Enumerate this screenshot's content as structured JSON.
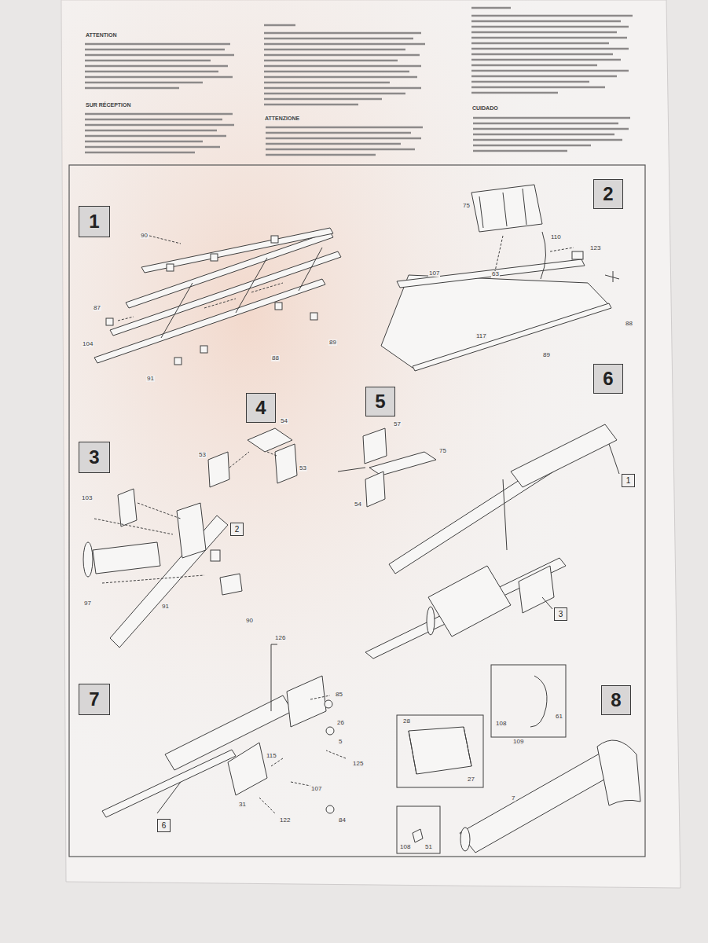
{
  "diagram": {
    "nodes": [
      {
        "text": [
          "2"
        ]
      },
      {
        "text": [
          "1"
        ]
      },
      {
        "text": [
          "6"
        ]
      },
      {
        "text": [
          "5"
        ]
      },
      {
        "text": [
          "4"
        ]
      },
      {
        "text": [
          "3"
        ]
      },
      {
        "text": [
          "1"
        ]
      },
      {
        "text": [
          "2"
        ]
      },
      {
        "text": [
          "3"
        ]
      },
      {
        "text": [
          "7"
        ]
      },
      {
        "text": [
          "8"
        ]
      },
      {
        "text": [
          "6"
        ]
      }
    ],
    "labels": [
      "ATTENTION",
      "SUR RÉCEPTION",
      "ATTENZIONE",
      "CUIDADO",
      "90",
      "87",
      "104",
      "88",
      "91",
      "89",
      "75",
      "110",
      "123",
      "107",
      "63",
      "117",
      "89",
      "88",
      "103",
      "97",
      "91",
      "90",
      "54",
      "53",
      "53",
      "57",
      "75",
      "54",
      "126",
      "85",
      "26",
      "5",
      "115",
      "125",
      "107",
      "31",
      "122",
      "84",
      "28",
      "27",
      "108",
      "61",
      "109",
      "108",
      "51",
      "7"
    ]
  }
}
